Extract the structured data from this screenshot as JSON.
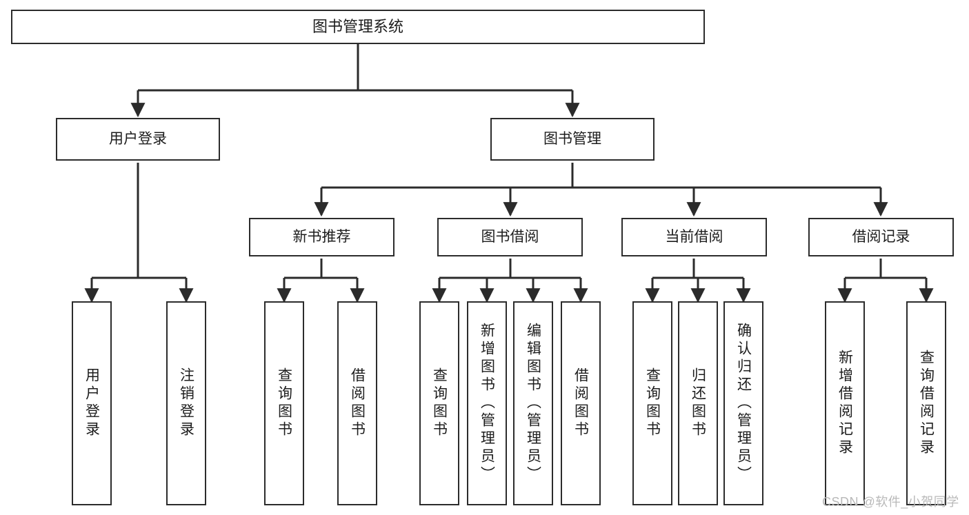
{
  "diagram": {
    "type": "tree-hierarchy-chart",
    "title": "图书管理系统",
    "watermark": "CSDN @软件_小贺同学",
    "colors": {
      "box_border": "#2b2b2b",
      "box_fill": "#ffffff",
      "edge": "#2b2b2b",
      "text": "#1c1c1c",
      "watermark": "#b9b9b9",
      "background": "#ffffff"
    },
    "nodes": {
      "root": {
        "label": "图书管理系统"
      },
      "level1": [
        {
          "id": "user-login",
          "label": "用户登录"
        },
        {
          "id": "book-management",
          "label": "图书管理"
        }
      ],
      "level2": [
        {
          "id": "new-book-recommend",
          "label": "新书推荐"
        },
        {
          "id": "book-borrow",
          "label": "图书借阅"
        },
        {
          "id": "current-borrow",
          "label": "当前借阅"
        },
        {
          "id": "borrow-record",
          "label": "借阅记录"
        }
      ],
      "leaves": {
        "user-login": [
          {
            "id": "leaf-user-login",
            "label": "用户登录"
          },
          {
            "id": "leaf-logout-login",
            "label": "注销登录"
          }
        ],
        "new-book-recommend": [
          {
            "id": "leaf-query-book-1",
            "label": "查询图书"
          },
          {
            "id": "leaf-borrow-book-1",
            "label": "借阅图书"
          }
        ],
        "book-borrow": [
          {
            "id": "leaf-query-book-2",
            "label": "查询图书"
          },
          {
            "id": "leaf-add-book",
            "label": "新增图书（管理员）"
          },
          {
            "id": "leaf-edit-book",
            "label": "编辑图书（管理员）"
          },
          {
            "id": "leaf-borrow-book-2",
            "label": "借阅图书"
          }
        ],
        "current-borrow": [
          {
            "id": "leaf-query-book-3",
            "label": "查询图书"
          },
          {
            "id": "leaf-return-book",
            "label": "归还图书"
          },
          {
            "id": "leaf-confirm-return",
            "label": "确认归还（管理员）"
          }
        ],
        "borrow-record": [
          {
            "id": "leaf-add-borrow-record",
            "label": "新增借阅记录"
          },
          {
            "id": "leaf-query-borrow-record",
            "label": "查询借阅记录"
          }
        ]
      }
    },
    "edges": [
      {
        "from": "root",
        "to": "user-login"
      },
      {
        "from": "root",
        "to": "book-management"
      },
      {
        "from": "user-login",
        "to": "leaf-user-login"
      },
      {
        "from": "user-login",
        "to": "leaf-logout-login"
      },
      {
        "from": "book-management",
        "to": "new-book-recommend"
      },
      {
        "from": "book-management",
        "to": "book-borrow"
      },
      {
        "from": "book-management",
        "to": "current-borrow"
      },
      {
        "from": "book-management",
        "to": "borrow-record"
      },
      {
        "from": "new-book-recommend",
        "to": "leaf-query-book-1"
      },
      {
        "from": "new-book-recommend",
        "to": "leaf-borrow-book-1"
      },
      {
        "from": "book-borrow",
        "to": "leaf-query-book-2"
      },
      {
        "from": "book-borrow",
        "to": "leaf-add-book"
      },
      {
        "from": "book-borrow",
        "to": "leaf-edit-book"
      },
      {
        "from": "book-borrow",
        "to": "leaf-borrow-book-2"
      },
      {
        "from": "current-borrow",
        "to": "leaf-query-book-3"
      },
      {
        "from": "current-borrow",
        "to": "leaf-return-book"
      },
      {
        "from": "current-borrow",
        "to": "leaf-confirm-return"
      },
      {
        "from": "borrow-record",
        "to": "leaf-add-borrow-record"
      },
      {
        "from": "borrow-record",
        "to": "leaf-query-borrow-record"
      }
    ]
  }
}
